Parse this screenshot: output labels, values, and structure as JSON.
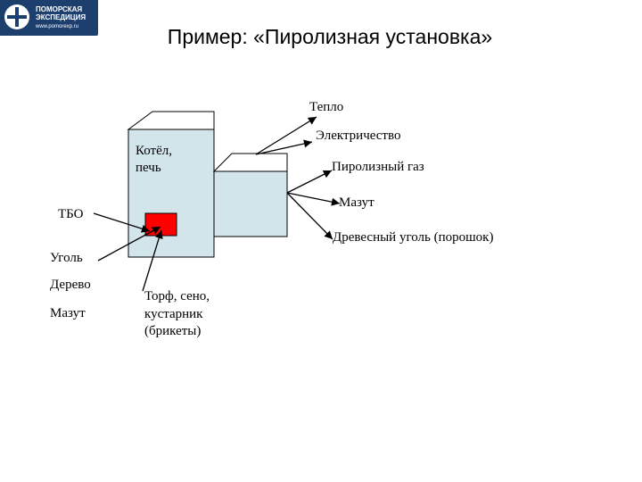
{
  "logo": {
    "line1": "ПОМОРСКАЯ",
    "line2": "ЭКСПЕДИЦИЯ",
    "line3": "www.pomorexp.ru"
  },
  "title": "Пример: «Пиролизная установка»",
  "boiler": {
    "label": "Котёл,\nпечь",
    "color": "#d2e5ea",
    "chamber_color": "#ff0000"
  },
  "inputs": [
    "ТБО",
    "Уголь",
    "Дерево",
    "Мазут"
  ],
  "feed": "Торф, сено,\nкустарник\n(брикеты)",
  "outputs": [
    "Тепло",
    "Электричество",
    "Пиролизный газ",
    "Мазут",
    "Древесный уголь (порошок)"
  ]
}
